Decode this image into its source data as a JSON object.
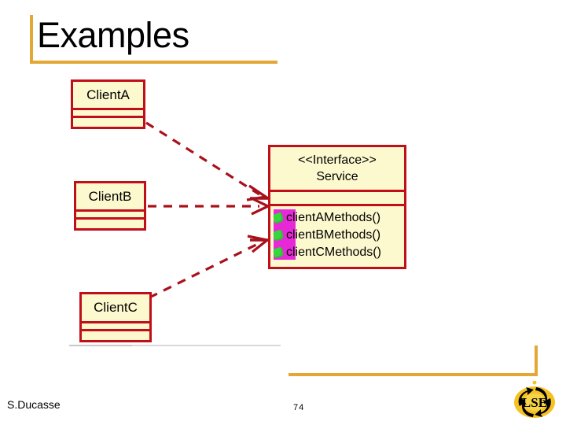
{
  "slide": {
    "title": "Examples",
    "accent_color": "#e3a735",
    "box_border_color": "#c10f1a",
    "box_fill_color": "#fdf9cf",
    "highlight_color": "#e828d8",
    "bullet_color": "#37d63c"
  },
  "diagram": {
    "classes": [
      {
        "id": "client-a",
        "name": "ClientA"
      },
      {
        "id": "client-b",
        "name": "ClientB"
      },
      {
        "id": "client-c",
        "name": "ClientC"
      }
    ],
    "interface": {
      "stereotype": "<<Interface>>",
      "name": "Service",
      "methods": [
        "clientAMethods()",
        "clientBMethods()",
        "clientCMethods()"
      ]
    },
    "relations": [
      {
        "from": "ClientA",
        "to": "Service",
        "style": "dashed-arrow"
      },
      {
        "from": "ClientB",
        "to": "Service",
        "style": "dashed-arrow"
      },
      {
        "from": "ClientC",
        "to": "Service",
        "style": "dashed-arrow"
      }
    ]
  },
  "footer": {
    "author": "S.Ducasse",
    "page_number": "74",
    "logo_text": "LSE"
  }
}
